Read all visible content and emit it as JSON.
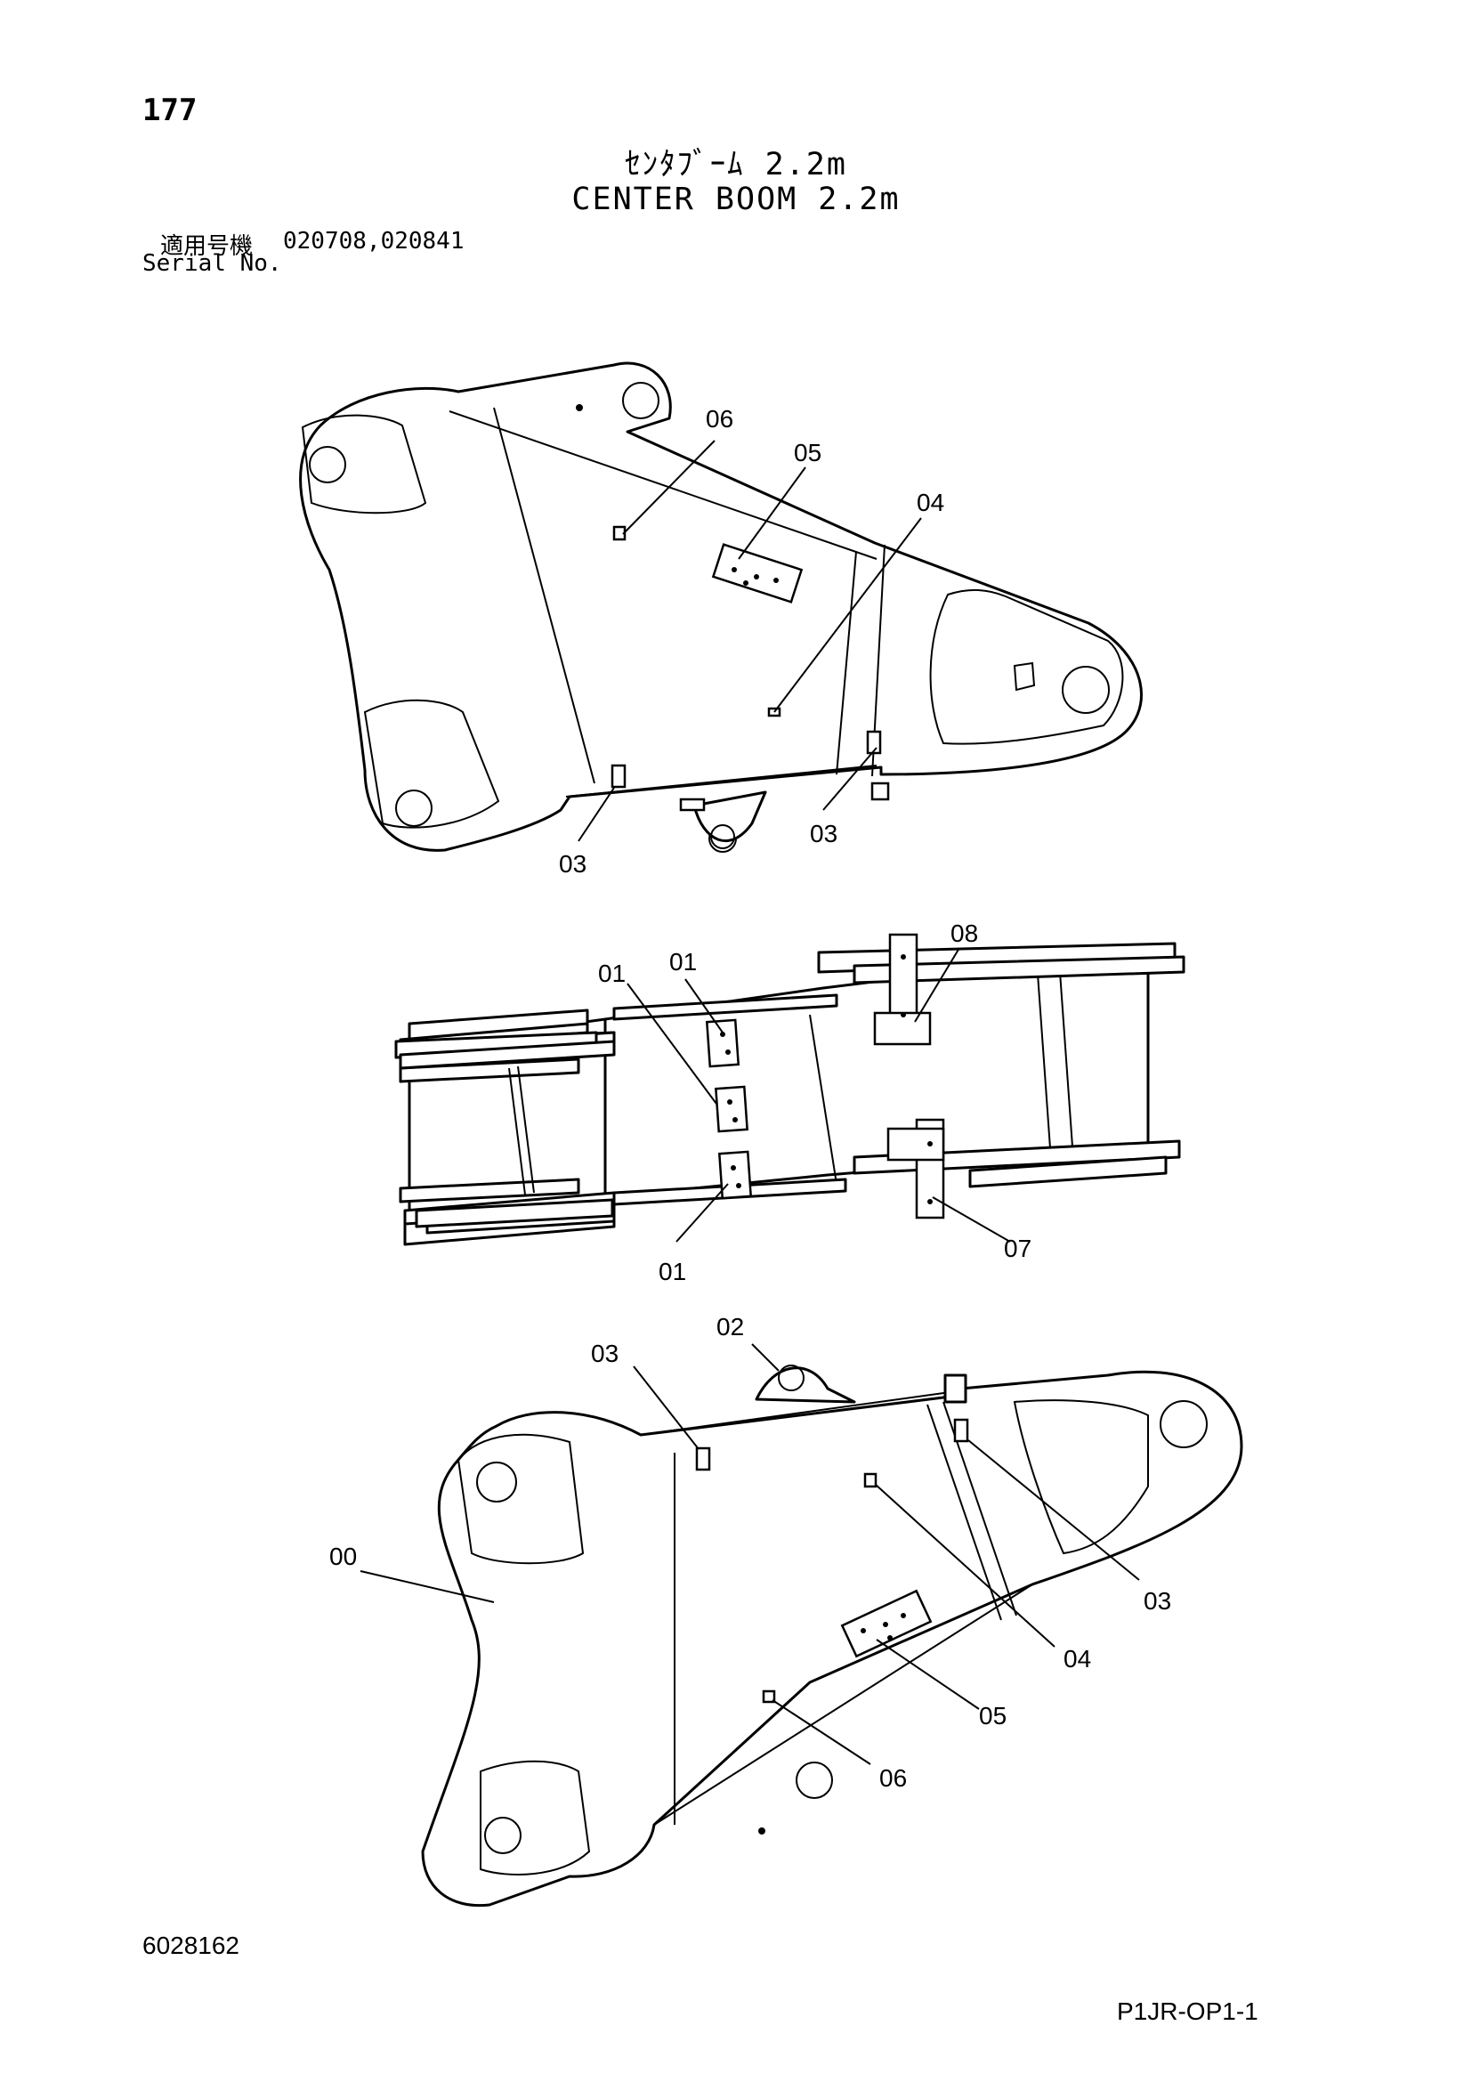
{
  "header": {
    "page_number": "177",
    "title_ja": "ｾﾝﾀﾌﾞｰﾑ 2.2m",
    "title_en": "CENTER BOOM 2.2m",
    "serial_label_ja": "適用号機",
    "serial_values": "020708,020841",
    "serial_label_en": "Serial No."
  },
  "callouts": {
    "top_view": [
      "06",
      "05",
      "04",
      "03",
      "03"
    ],
    "middle_view": [
      "01",
      "01",
      "08",
      "01",
      "07"
    ],
    "bottom_view": [
      "02",
      "03",
      "00",
      "03",
      "04",
      "05",
      "06"
    ]
  },
  "footer": {
    "drawing_number": "6028162",
    "page_code": "P1JR-OP1-1"
  },
  "colors": {
    "line": "#000000",
    "background": "#ffffff"
  }
}
